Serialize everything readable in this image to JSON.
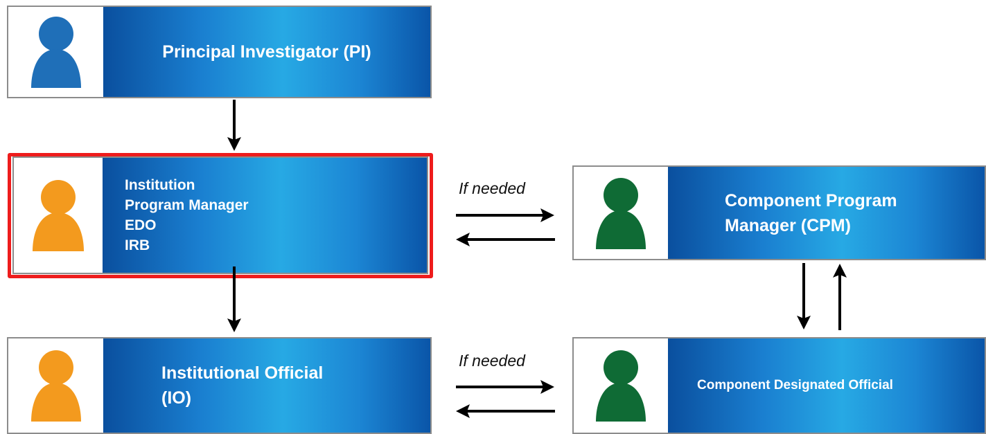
{
  "colors": {
    "pi_person": "#1f6fb8",
    "institution_person": "#f39a1e",
    "component_person": "#0f6b35",
    "highlight": "#ee1c1c",
    "box_gradient_dark": "#0a4f9e",
    "box_gradient_light": "#27a9e4"
  },
  "nodes": {
    "pi": {
      "label": "Principal Investigator (PI)",
      "icon": "person-icon"
    },
    "institution": {
      "lines": [
        "Institution",
        "Program Manager",
        "EDO",
        "IRB"
      ],
      "icon": "person-icon",
      "highlighted": true
    },
    "io": {
      "lines": [
        "Institutional Official",
        "(IO)"
      ],
      "icon": "person-icon"
    },
    "cpm": {
      "lines": [
        "Component Program",
        "Manager (CPM)"
      ],
      "icon": "person-icon"
    },
    "cdo": {
      "label": "Component Designated Official",
      "icon": "person-icon"
    }
  },
  "edges": {
    "top_label": "If needed",
    "bottom_label": "If needed"
  }
}
